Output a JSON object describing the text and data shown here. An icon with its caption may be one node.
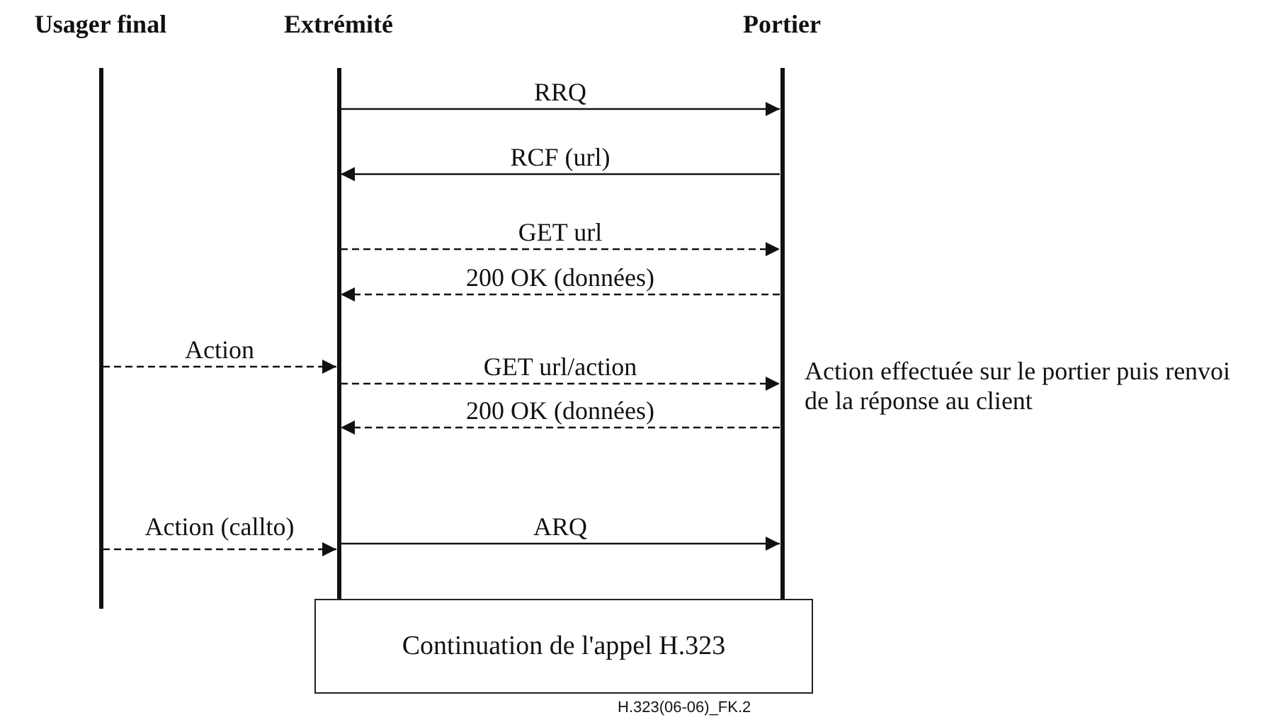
{
  "diagram": {
    "nodes": [
      {
        "text": [
          "Usager final"
        ]
      },
      {
        "text": [
          "Extrémité"
        ]
      },
      {
        "text": [
          "Portier"
        ]
      },
      {
        "text": [
          "Continuation de l'appel H.323"
        ]
      }
    ],
    "edges": [
      {
        "from": 1,
        "to": 2,
        "arrow": "to",
        "label": "RRQ"
      },
      {
        "from": 2,
        "to": 1,
        "arrow": "to",
        "label": "RCF (url)"
      },
      {
        "from": 1,
        "to": 2,
        "arrow": "to",
        "label": "GET url",
        "style": "dashed"
      },
      {
        "from": 2,
        "to": 1,
        "arrow": "to",
        "label": "200 OK (données)",
        "style": "dashed"
      },
      {
        "from": 0,
        "to": 1,
        "arrow": "to",
        "label": "Action",
        "style": "dashed"
      },
      {
        "from": 1,
        "to": 2,
        "arrow": "to",
        "label": "GET url/action",
        "style": "dashed"
      },
      {
        "from": 2,
        "to": 1,
        "arrow": "to",
        "label": "200 OK (données)",
        "style": "dashed"
      },
      {
        "from": 1,
        "to": 2,
        "arrow": "to",
        "label": "ARQ"
      },
      {
        "from": 0,
        "to": 1,
        "arrow": "to",
        "label": "Action (callto)",
        "style": "dashed"
      }
    ],
    "labels": [
      "Action effectuée sur le portier puis renvoi de la réponse au client",
      "H.323(06-06)_FK.2"
    ]
  }
}
